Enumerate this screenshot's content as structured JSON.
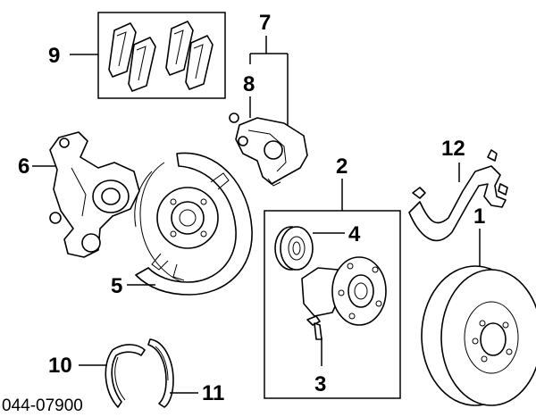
{
  "callouts": {
    "c1": "1",
    "c2": "2",
    "c3": "3",
    "c4": "4",
    "c5": "5",
    "c6": "6",
    "c7": "7",
    "c8": "8",
    "c9": "9",
    "c10": "10",
    "c11": "11",
    "c12": "12"
  },
  "diagram_code": "044-07900"
}
